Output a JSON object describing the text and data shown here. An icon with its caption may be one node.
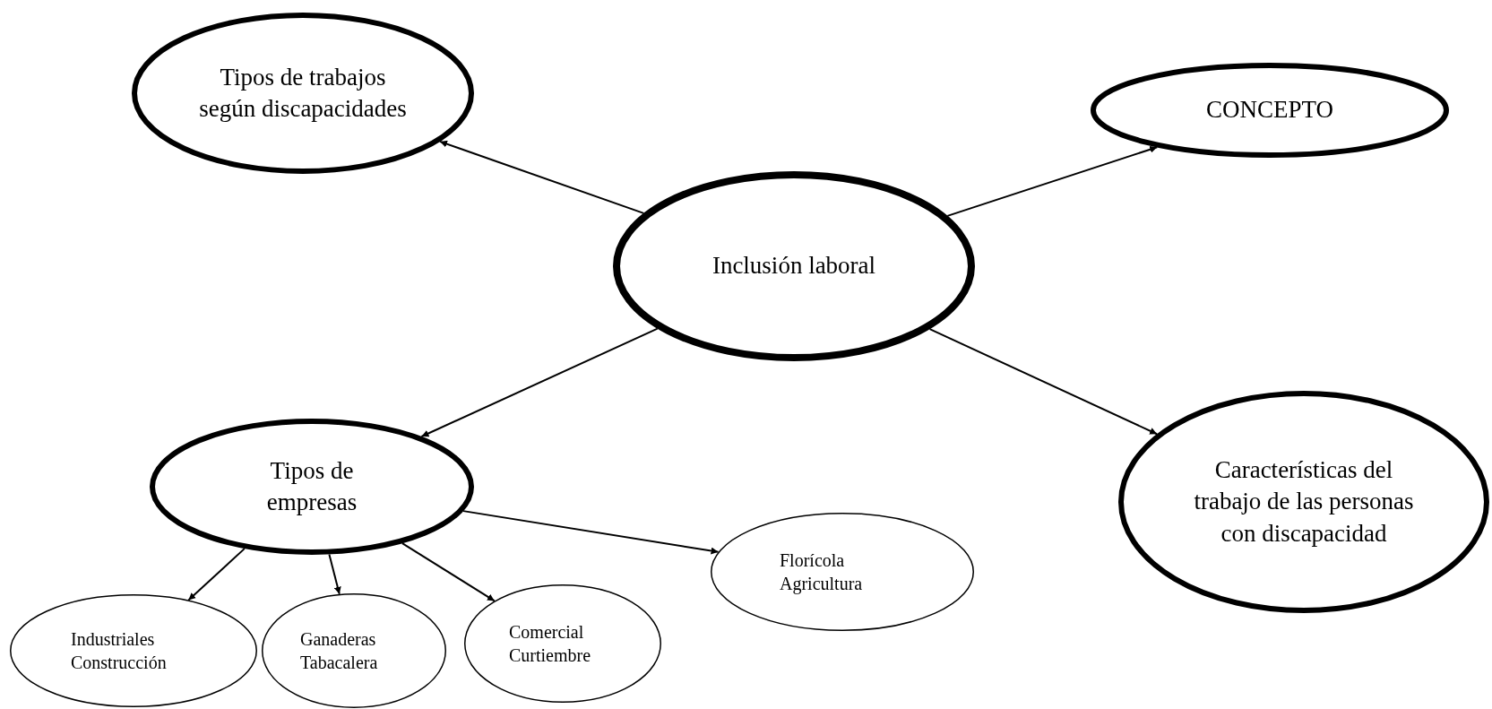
{
  "diagram": {
    "nodes": [
      {
        "text": [
          "Inclusión laboral"
        ]
      },
      {
        "text": [
          "Tipos de trabajos según discapacidades"
        ]
      },
      {
        "text": [
          "CONCEPTO"
        ]
      },
      {
        "text": [
          "Características del trabajo de las personas con discapacidad"
        ]
      },
      {
        "text": [
          "Tipos de empresas"
        ]
      },
      {
        "text": [
          "Florícola Agricultura"
        ]
      },
      {
        "text": [
          "Industriales Construcción"
        ]
      },
      {
        "text": [
          "Ganaderas Tabacalera"
        ]
      },
      {
        "text": [
          "Comercial Curtiembre"
        ]
      }
    ],
    "edges": [
      {
        "from": 0,
        "to": 1,
        "arrow": "to"
      },
      {
        "from": 0,
        "to": 2,
        "arrow": "to"
      },
      {
        "from": 0,
        "to": 3,
        "arrow": "to"
      },
      {
        "from": 0,
        "to": 4,
        "arrow": "to"
      },
      {
        "from": 4,
        "to": 6,
        "arrow": "to"
      },
      {
        "from": 4,
        "to": 7,
        "arrow": "to"
      },
      {
        "from": 4,
        "to": 8,
        "arrow": "to"
      },
      {
        "from": 4,
        "to": 5,
        "arrow": "to"
      }
    ]
  }
}
